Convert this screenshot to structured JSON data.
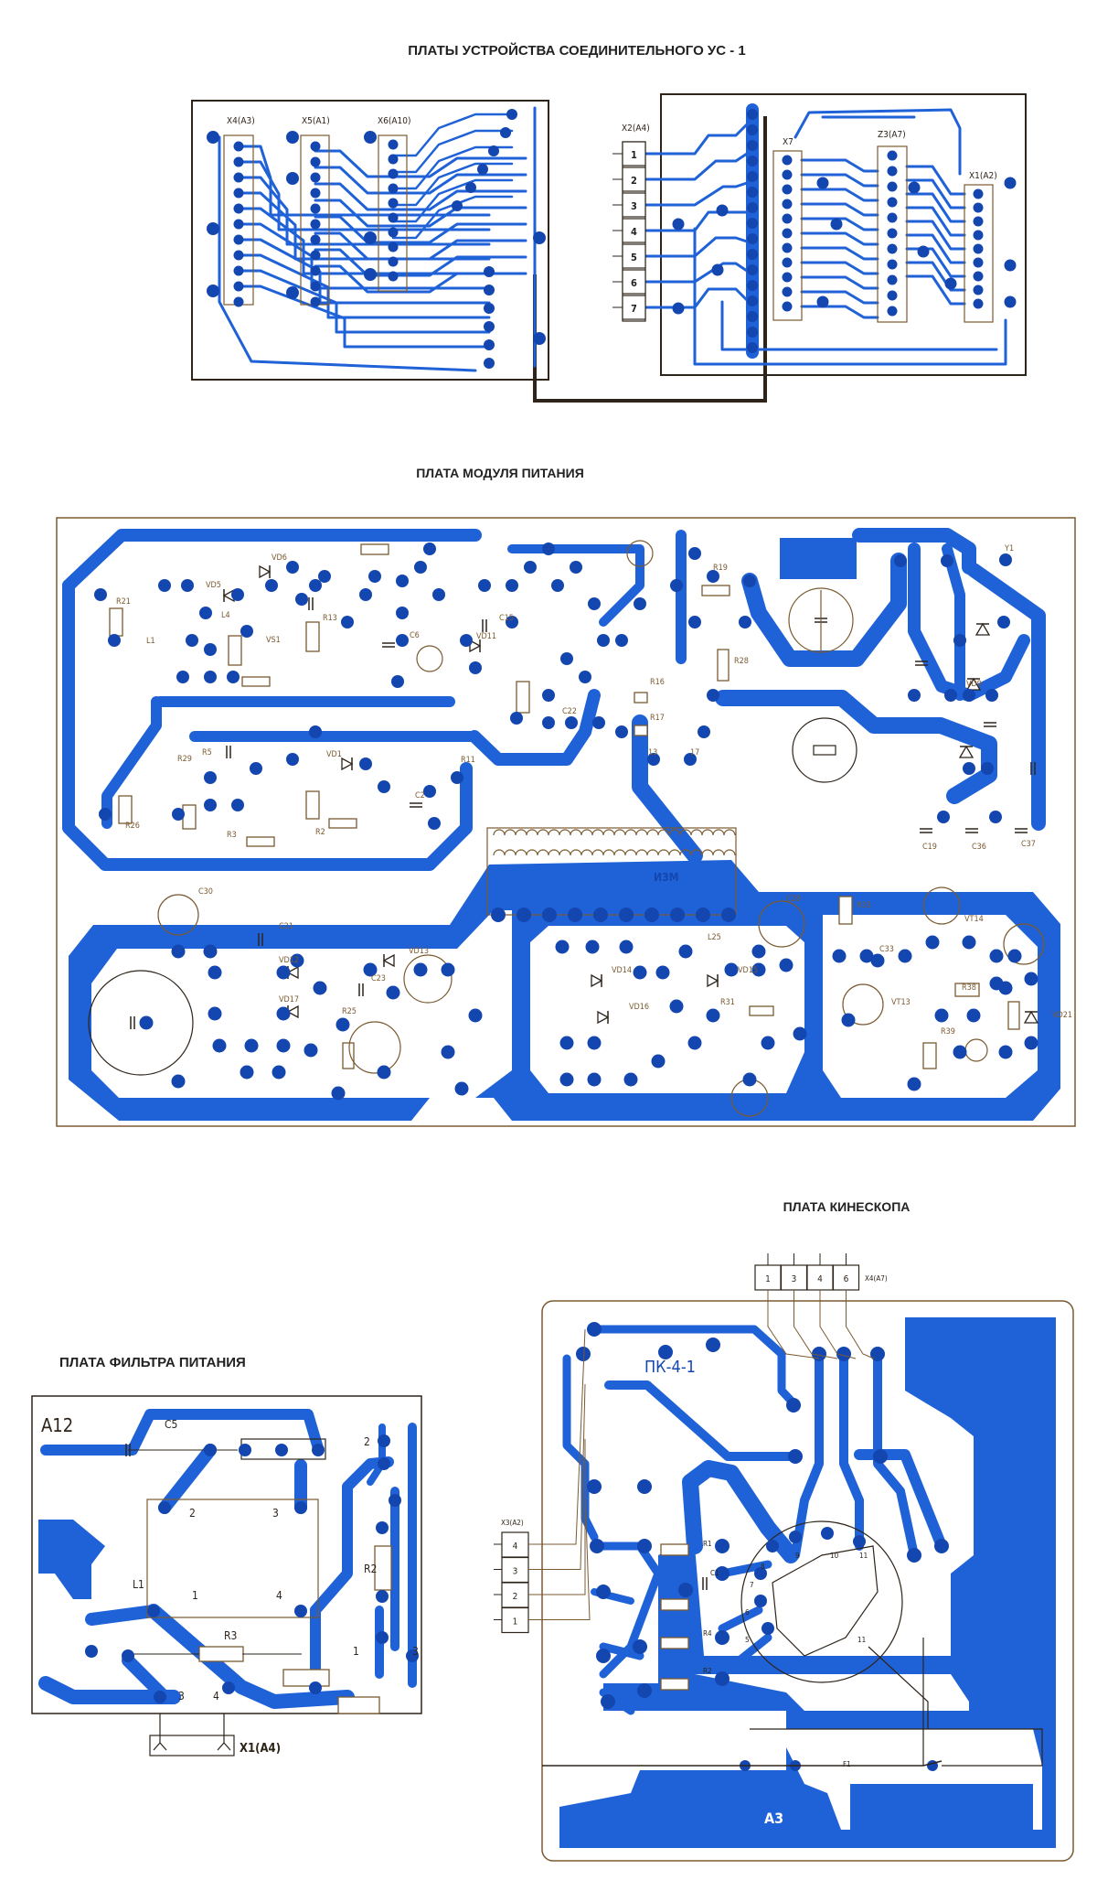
{
  "titles": {
    "connector_boards": "ПЛАТЫ  УСТРОЙСТВА  СОЕДИНИТЕЛЬНОГО  УС - 1",
    "power_module": "ПЛАТА    МОДУЛЯ    ПИТАНИЯ",
    "filter_board": "ПЛАТА ФИЛЬТРА ПИТАНИЯ",
    "kinescope_board": "ПЛАТА    КИНЕСКОПА"
  },
  "connector_boards": {
    "connectors": [
      "X4(A3)",
      "X5(A1)",
      "X6(A10)",
      "X2(A4)",
      "X7",
      "Z3(A7)",
      "X1(A2)"
    ],
    "x2_pins": [
      "1",
      "2",
      "3",
      "4",
      "5",
      "6",
      "7"
    ]
  },
  "power_module": {
    "labels": [
      "VD5",
      "VD6",
      "R21",
      "L1",
      "L4",
      "VS1",
      "R13",
      "C6",
      "VD11",
      "C15",
      "VD1",
      "R29",
      "R5",
      "C2",
      "R11",
      "R19",
      "R28",
      "R16",
      "R17",
      "C22",
      "13",
      "17",
      "Y1",
      "VD9",
      "C30",
      "C21",
      "VD12",
      "VD17",
      "VD13",
      "C23",
      "R25",
      "R26",
      "R3",
      "R2",
      "C28",
      "R33",
      "L25",
      "VD14",
      "VD15",
      "VD16",
      "C33",
      "VT13",
      "VT14",
      "R38",
      "R39",
      "VD21",
      "C19",
      "C36",
      "C37",
      "ИЗМ",
      "A2",
      "R31"
    ]
  },
  "filter_board": {
    "board_mark": "A12",
    "labels": [
      "C5",
      "2",
      "3",
      "1",
      "4",
      "L1",
      "R3",
      "R2",
      "1",
      "3",
      "3",
      "4",
      "2"
    ],
    "connector": "X1(A4)"
  },
  "kinescope_board": {
    "board_mark": "ПК-4-1",
    "corner_mark": "A3",
    "x4_connector": "X4(A7)",
    "x4_pins": [
      "1",
      "3",
      "4",
      "6"
    ],
    "x3_connector": "X3(A2)",
    "x3_pins": [
      "4",
      "3",
      "2",
      "1"
    ],
    "labels": [
      "R1",
      "C1",
      "R4",
      "R2",
      "F1",
      "8",
      "9",
      "10",
      "11",
      "7",
      "6",
      "5",
      "11"
    ]
  },
  "colors": {
    "copper": "#1f62d8",
    "pad": "#1446b0",
    "silk": "#7a5a30",
    "outline": "#2e241a",
    "background": "#ffffff"
  }
}
